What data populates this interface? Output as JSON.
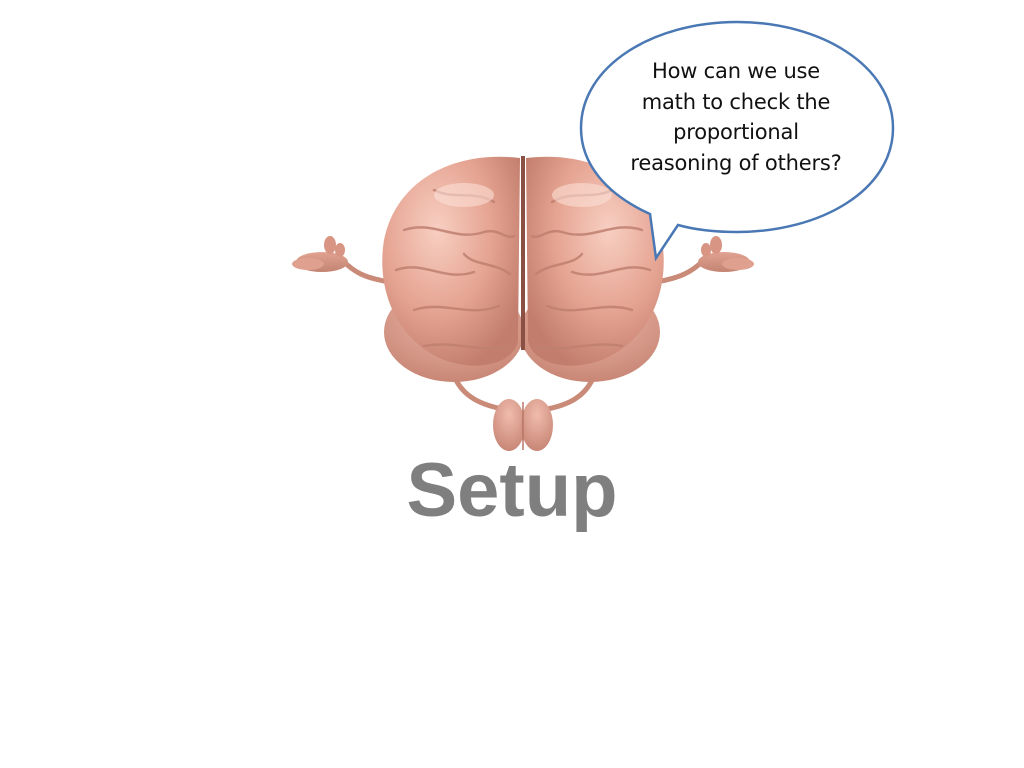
{
  "slide": {
    "title": "Setup",
    "speech_bubble": {
      "text": "How can we use math to check the proportional reasoning of others?"
    },
    "illustration": {
      "icon": "brain-character-illustration"
    }
  },
  "colors": {
    "title": "#7f7f7f",
    "bubble_border": "#4a78b4",
    "brain_pink": "#e8a897"
  }
}
